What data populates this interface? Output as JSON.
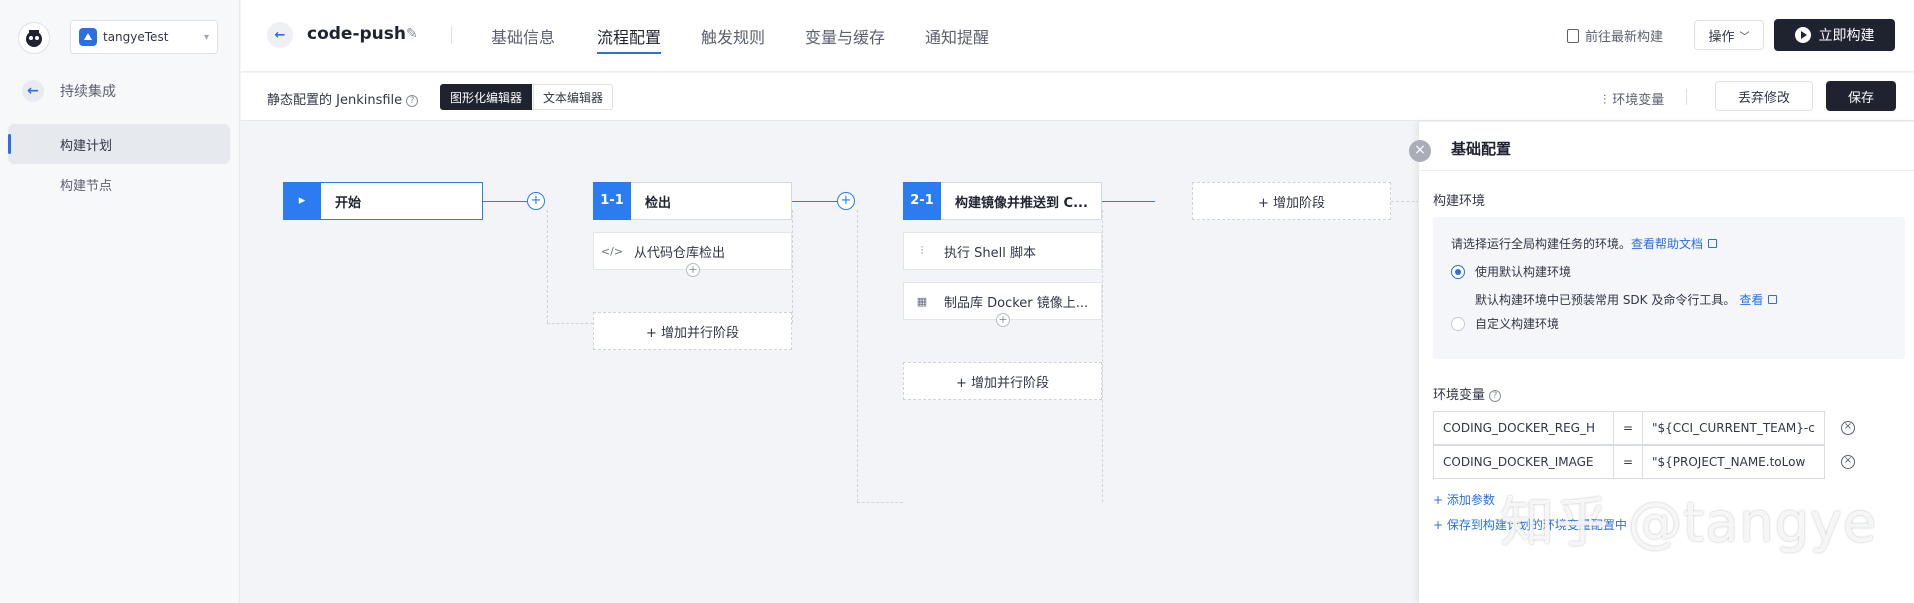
{
  "sidebar": {
    "project_name": "tangyeTest",
    "back_label": "持续集成",
    "items": [
      {
        "label": "构建计划",
        "active": true
      },
      {
        "label": "构建节点",
        "active": false
      }
    ]
  },
  "header": {
    "job_name": "code-push",
    "tabs": [
      "基础信息",
      "流程配置",
      "触发规则",
      "变量与缓存",
      "通知提醒"
    ],
    "active_tab": "流程配置",
    "latest_build_label": "前往最新构建",
    "ops_label": "操作",
    "build_now_label": "立即构建"
  },
  "toolbar": {
    "static_config_label": "静态配置的 Jenkinsfile",
    "graph_editor_label": "图形化编辑器",
    "text_editor_label": "文本编辑器",
    "env_vars_label": "环境变量",
    "discard_label": "丢弃修改",
    "save_label": "保存"
  },
  "pipeline": {
    "start_label": "开始",
    "stages": [
      {
        "index": "1-1",
        "title": "检出",
        "steps": [
          "从代码仓库检出"
        ],
        "add_parallel_label": "+ 增加并行阶段"
      },
      {
        "index": "2-1",
        "title": "构建镜像并推送到 C...",
        "steps": [
          "执行 Shell 脚本",
          "制品库 Docker 镜像上..."
        ],
        "add_parallel_label": "+ 增加并行阶段"
      }
    ],
    "add_stage_label": "+ 增加阶段"
  },
  "panel": {
    "title": "基础配置",
    "build_env_label": "构建环境",
    "env_desc": "请选择运行全局构建任务的环境。",
    "help_doc_link": "查看帮助文档",
    "default_env_label": "使用默认构建环境",
    "default_env_desc": "默认构建环境中已预装常用 SDK 及命令行工具。",
    "view_link": "查看",
    "custom_env_label": "自定义构建环境",
    "env_vars_label": "环境变量",
    "env_vars": [
      {
        "key": "CODING_DOCKER_REG_H",
        "op": "=",
        "value": "\"${CCI_CURRENT_TEAM}-c"
      },
      {
        "key": "CODING_DOCKER_IMAGE",
        "op": "=",
        "value": "\"${PROJECT_NAME.toLow"
      }
    ],
    "add_param_link": "+ 添加参数",
    "save_to_link": "+ 保存到构建计划的环境变量配置中"
  },
  "watermark": "知乎 @tangye",
  "colors": {
    "accent": "#2b7cf0",
    "dark_button": "#1f2330",
    "link": "#2b6fe0"
  }
}
